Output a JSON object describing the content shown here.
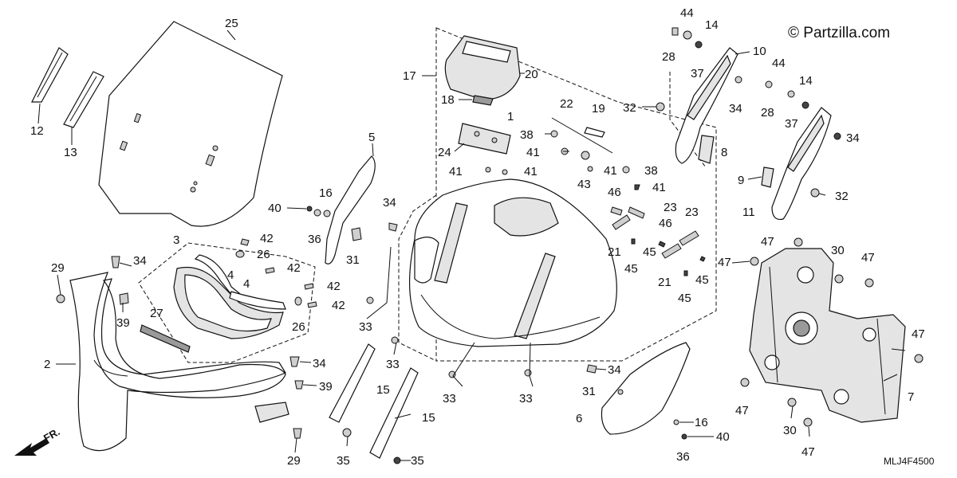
{
  "copyright": "© Partzilla.com",
  "diagram_code": "MLJ4F4500",
  "front_arrow_label": "FR.",
  "callouts": [
    {
      "id": "c25",
      "text": "25"
    },
    {
      "id": "c12",
      "text": "12"
    },
    {
      "id": "c13",
      "text": "13"
    },
    {
      "id": "c40a",
      "text": "40"
    },
    {
      "id": "c16a",
      "text": "16"
    },
    {
      "id": "c36a",
      "text": "36"
    },
    {
      "id": "c5",
      "text": "5"
    },
    {
      "id": "c31a",
      "text": "31"
    },
    {
      "id": "c3",
      "text": "3"
    },
    {
      "id": "c42a",
      "text": "42"
    },
    {
      "id": "c26a",
      "text": "26"
    },
    {
      "id": "c42b",
      "text": "42"
    },
    {
      "id": "c42c",
      "text": "42"
    },
    {
      "id": "c42d",
      "text": "42"
    },
    {
      "id": "c26b",
      "text": "26"
    },
    {
      "id": "c4a",
      "text": "4"
    },
    {
      "id": "c4b",
      "text": "4"
    },
    {
      "id": "c27",
      "text": "27"
    },
    {
      "id": "c29a",
      "text": "29"
    },
    {
      "id": "c34a",
      "text": "34"
    },
    {
      "id": "c39a",
      "text": "39"
    },
    {
      "id": "c2",
      "text": "2"
    },
    {
      "id": "c34b",
      "text": "34"
    },
    {
      "id": "c39b",
      "text": "39"
    },
    {
      "id": "c29b",
      "text": "29"
    },
    {
      "id": "c17",
      "text": "17"
    },
    {
      "id": "c20",
      "text": "20"
    },
    {
      "id": "c18",
      "text": "18"
    },
    {
      "id": "c1",
      "text": "1"
    },
    {
      "id": "c22",
      "text": "22"
    },
    {
      "id": "c19",
      "text": "19"
    },
    {
      "id": "c38a",
      "text": "38"
    },
    {
      "id": "c24",
      "text": "24"
    },
    {
      "id": "c41a",
      "text": "41"
    },
    {
      "id": "c41b",
      "text": "41"
    },
    {
      "id": "c41c",
      "text": "41"
    },
    {
      "id": "c41d",
      "text": "41"
    },
    {
      "id": "c38b",
      "text": "38"
    },
    {
      "id": "c43",
      "text": "43"
    },
    {
      "id": "c41e",
      "text": "41"
    },
    {
      "id": "c34c",
      "text": "34"
    },
    {
      "id": "c46a",
      "text": "46"
    },
    {
      "id": "c23a",
      "text": "23"
    },
    {
      "id": "c46b",
      "text": "46"
    },
    {
      "id": "c23b",
      "text": "23"
    },
    {
      "id": "c21a",
      "text": "21"
    },
    {
      "id": "c45a",
      "text": "45"
    },
    {
      "id": "c45b",
      "text": "45"
    },
    {
      "id": "c21b",
      "text": "21"
    },
    {
      "id": "c45c",
      "text": "45"
    },
    {
      "id": "c45d",
      "text": "45"
    },
    {
      "id": "c33a",
      "text": "33"
    },
    {
      "id": "c33b",
      "text": "33"
    },
    {
      "id": "c33c",
      "text": "33"
    },
    {
      "id": "c33d",
      "text": "33"
    },
    {
      "id": "c15a",
      "text": "15"
    },
    {
      "id": "c15b",
      "text": "15"
    },
    {
      "id": "c35a",
      "text": "35"
    },
    {
      "id": "c35b",
      "text": "35"
    },
    {
      "id": "c34d",
      "text": "34"
    },
    {
      "id": "c31b",
      "text": "31"
    },
    {
      "id": "c6",
      "text": "6"
    },
    {
      "id": "c16b",
      "text": "16"
    },
    {
      "id": "c40b",
      "text": "40"
    },
    {
      "id": "c36b",
      "text": "36"
    },
    {
      "id": "c44a",
      "text": "44"
    },
    {
      "id": "c14a",
      "text": "14"
    },
    {
      "id": "c28a",
      "text": "28"
    },
    {
      "id": "c10",
      "text": "10"
    },
    {
      "id": "c44b",
      "text": "44"
    },
    {
      "id": "c37a",
      "text": "37"
    },
    {
      "id": "c14b",
      "text": "14"
    },
    {
      "id": "c32a",
      "text": "32"
    },
    {
      "id": "c34e",
      "text": "34"
    },
    {
      "id": "c28b",
      "text": "28"
    },
    {
      "id": "c37b",
      "text": "37"
    },
    {
      "id": "c34f",
      "text": "34"
    },
    {
      "id": "c8",
      "text": "8"
    },
    {
      "id": "c9",
      "text": "9"
    },
    {
      "id": "c32b",
      "text": "32"
    },
    {
      "id": "c11",
      "text": "11"
    },
    {
      "id": "c47a",
      "text": "47"
    },
    {
      "id": "c30a",
      "text": "30"
    },
    {
      "id": "c47b",
      "text": "47"
    },
    {
      "id": "c47c",
      "text": "47"
    },
    {
      "id": "c47d",
      "text": "47"
    },
    {
      "id": "c7",
      "text": "7"
    },
    {
      "id": "c47e",
      "text": "47"
    },
    {
      "id": "c30b",
      "text": "30"
    },
    {
      "id": "c47f",
      "text": "47"
    }
  ]
}
